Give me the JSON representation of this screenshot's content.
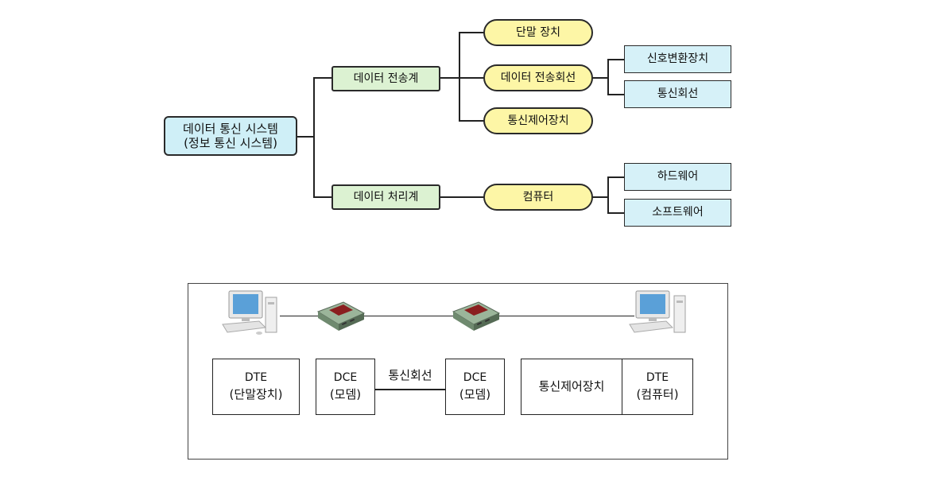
{
  "tree": {
    "root": {
      "line1": "데이터 통신 시스템",
      "line2": "(정보 통신 시스템)"
    },
    "transmission": {
      "label": "데이터 전송계",
      "terminal": "단말 장치",
      "circuit": {
        "label": "데이터 전송회선",
        "children": [
          "신호변환장치",
          "통신회선"
        ]
      },
      "control": "통신제어장치"
    },
    "processing": {
      "label": "데이터 처리계",
      "computer": {
        "label": "컴퓨터",
        "children": [
          "하드웨어",
          "소프트웨어"
        ]
      }
    }
  },
  "network": {
    "dte_left": {
      "line1": "DTE",
      "line2": "(단말장치)"
    },
    "dce_left": {
      "line1": "DCE",
      "line2": "(모뎀)"
    },
    "line_label": "통신회선",
    "dce_right": {
      "line1": "DCE",
      "line2": "(모뎀)"
    },
    "control": "통신제어장치",
    "dte_right": {
      "line1": "DTE",
      "line2": "(컴퓨터)"
    },
    "icons": [
      "desktop-computer-icon",
      "modem-icon",
      "modem-icon",
      "desktop-computer-icon"
    ]
  },
  "colors": {
    "root_fill": "#cfeff7",
    "level1_fill": "#dcf2d2",
    "level2_fill": "#fdf6a6",
    "level3_fill": "#d6f1f8"
  }
}
